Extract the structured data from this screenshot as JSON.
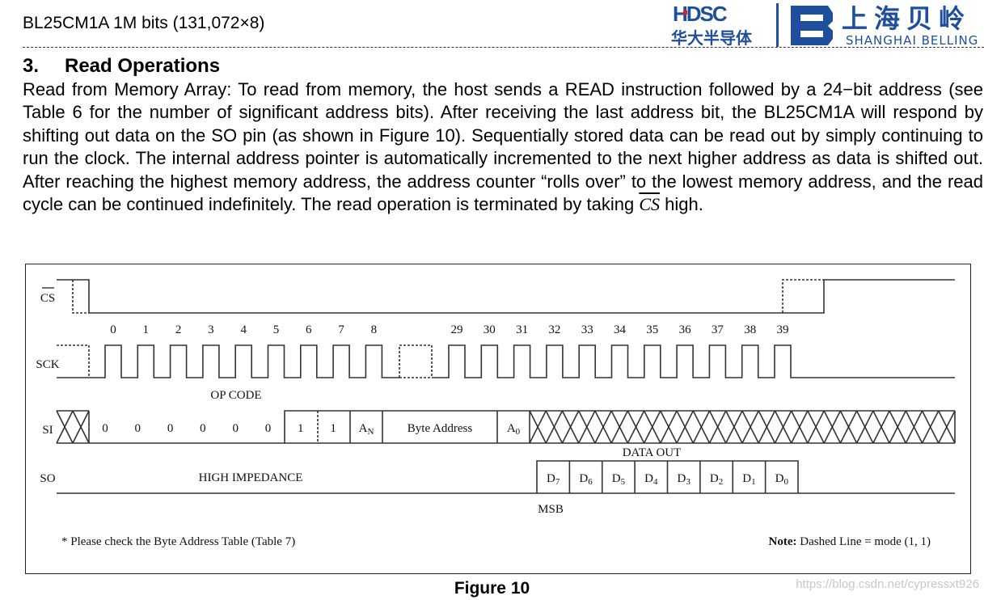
{
  "header": {
    "doc_title": "BL25CM1A 1M bits (131,072×8)",
    "logo_left_en": "HDSC",
    "logo_left_cn": "华大半导体",
    "logo_right_cn": "上海贝岭",
    "logo_right_en": "SHANGHAI BELLING",
    "brand_color": "#1f4e9c"
  },
  "section": {
    "number": "3.",
    "title": "Read Operations",
    "paragraph_before": "Read from Memory Array: To read from memory, the host sends a READ instruction followed by a 24−bit address (see Table 6 for the number of significant address bits). After receiving the last address bit, the BL25CM1A will respond by shifting out data on the SO pin (as shown in Figure 10). Sequentially stored data can be read out by simply continuing to run the clock. The internal address pointer is automatically incremented to the next higher address as data is shifted out. After reaching the highest memory address, the address counter “rolls over” to the lowest memory address, and the read cycle can be continued indefinitely. The read operation is terminated by taking",
    "cs_signal": "CS",
    "paragraph_after": "high."
  },
  "diagram": {
    "signals": {
      "cs": "CS",
      "sck": "SCK",
      "si": "SI",
      "so": "SO"
    },
    "clock_labels_first": [
      "0",
      "1",
      "2",
      "3",
      "4",
      "5",
      "6",
      "7",
      "8"
    ],
    "clock_labels_last": [
      "29",
      "30",
      "31",
      "32",
      "33",
      "34",
      "35",
      "36",
      "37",
      "38",
      "39"
    ],
    "opcode_label": "OP CODE",
    "opcode_bits": [
      "0",
      "0",
      "0",
      "0",
      "0",
      "0",
      "1",
      "1"
    ],
    "addr_msb": {
      "base": "A",
      "sub": "N"
    },
    "byte_address_label": "Byte Address",
    "addr_lsb": {
      "base": "A",
      "sub": "0"
    },
    "data_out_label": "DATA OUT",
    "high_impedance_label": "HIGH IMPEDANCE",
    "data_bits": [
      {
        "base": "D",
        "sub": "7"
      },
      {
        "base": "D",
        "sub": "6"
      },
      {
        "base": "D",
        "sub": "5"
      },
      {
        "base": "D",
        "sub": "4"
      },
      {
        "base": "D",
        "sub": "3"
      },
      {
        "base": "D",
        "sub": "2"
      },
      {
        "base": "D",
        "sub": "1"
      },
      {
        "base": "D",
        "sub": "0"
      }
    ],
    "msb_label": "MSB",
    "footnote": "* Please check the Byte Address Table (Table 7)",
    "note_bold": "Note:",
    "note_text": " Dashed Line = mode (1, 1)"
  },
  "caption": "Figure 10",
  "watermark": "https://blog.csdn.net/cypressxt926"
}
